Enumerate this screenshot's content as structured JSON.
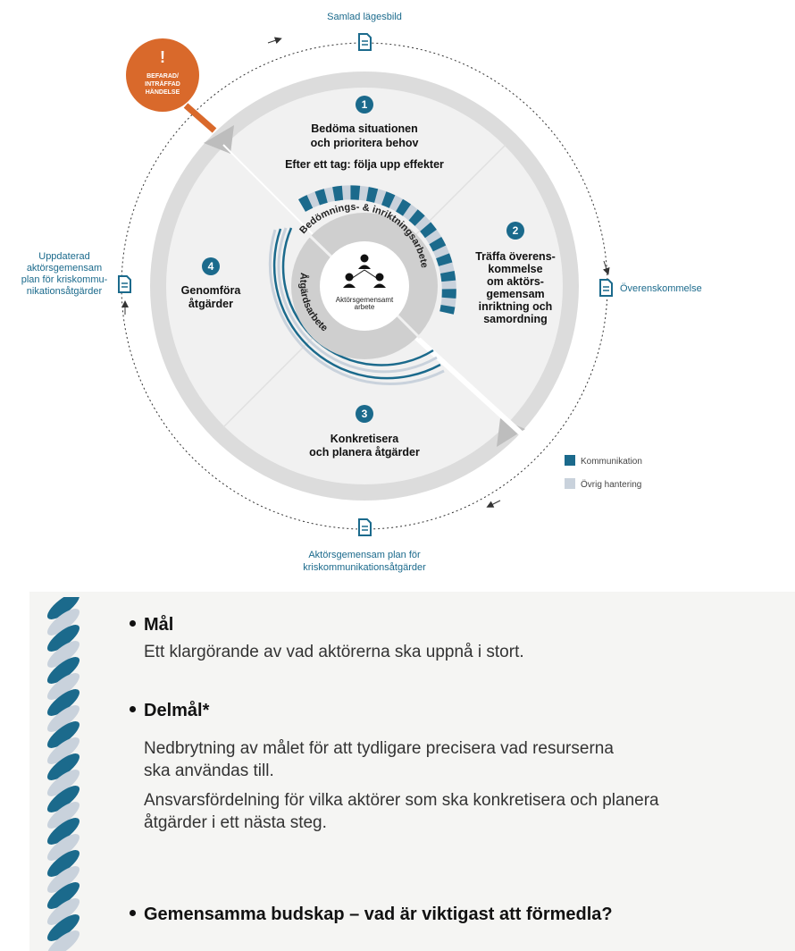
{
  "diagram": {
    "top_doc": "Samlad lägesbild",
    "right_doc": "Överenskommelse",
    "bottom_doc": [
      "Aktörsgemensam plan för",
      "kriskommunikationsåtgärder"
    ],
    "left_doc": [
      "Uppdaterad",
      "aktörsgemensam",
      "plan för kriskommu-",
      "nikationsåtgärder"
    ],
    "alert": [
      "BEFARAD/",
      "INTRÄFFAD",
      "HÄNDELSE"
    ],
    "steps": [
      {
        "num": "1",
        "lines": [
          "Bedöma situationen",
          "och prioritera behov"
        ],
        "extra": "Efter ett tag: följa upp effekter"
      },
      {
        "num": "2",
        "lines": [
          "Träffa överens-",
          "kommelse",
          "om aktörs-",
          "gemensam",
          "inriktning och",
          "samordning"
        ]
      },
      {
        "num": "3",
        "lines": [
          "Konkretisera",
          "och planera åtgärder"
        ]
      },
      {
        "num": "4",
        "lines": [
          "Genomföra",
          "åtgärder"
        ]
      }
    ],
    "inner_top": "Bedömnings- & inriktningsarbete",
    "inner_bottom": "Åtgärdsarbete",
    "center": [
      "Aktörsgemensamt",
      "arbete"
    ],
    "legend": [
      {
        "label": "Kommunikation",
        "color": "#1b6a8c"
      },
      {
        "label": "Övrig hantering",
        "color": "#c9d2dc"
      }
    ]
  },
  "panel": {
    "items": [
      {
        "heading": "Mål",
        "paragraphs": [
          [
            "Ett klargörande av vad aktörerna ska uppnå i stort."
          ]
        ]
      },
      {
        "heading": "Delmål*",
        "paragraphs": [
          [
            "Nedbrytning av målet för att tydligare precisera vad resurserna",
            "ska användas till."
          ],
          [
            "Ansvarsfördelning för vilka aktörer som ska konkretisera och planera",
            "åtgärder i ett nästa steg."
          ]
        ]
      },
      {
        "heading": "Gemensamma budskap – vad är viktigast att förmedla?",
        "paragraphs": []
      }
    ]
  }
}
